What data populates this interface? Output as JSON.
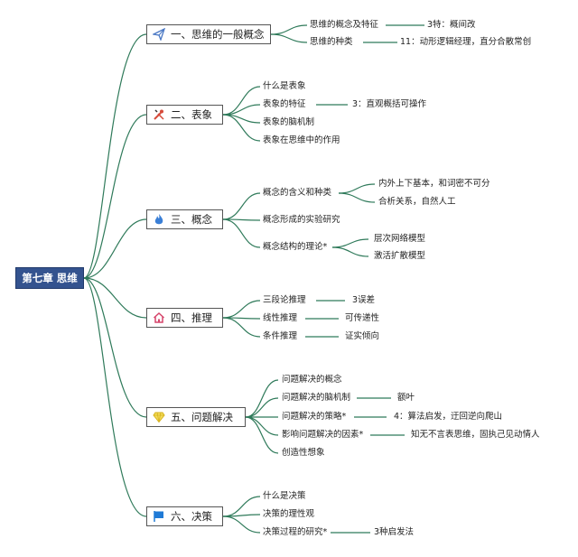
{
  "root": {
    "label": "第七章 思维"
  },
  "branches": [
    {
      "label": "一、思维的一般概念",
      "icon": "paper-plane-icon",
      "color": "#4a78c4",
      "children": [
        {
          "label": "思维的概念及特征",
          "note": "3特：概间改"
        },
        {
          "label": "思维的种类",
          "note": "11：动形逻辑经理，直分合散常创"
        }
      ]
    },
    {
      "label": "二、表象",
      "icon": "tools-icon",
      "color": "#d64a3a",
      "children": [
        {
          "label": "什么是表象"
        },
        {
          "label": "表象的特征",
          "note": "3：直观概括可操作"
        },
        {
          "label": "表象的脑机制"
        },
        {
          "label": "表象在思维中的作用"
        }
      ]
    },
    {
      "label": "三、概念",
      "icon": "flame-icon",
      "color": "#3a7fd6",
      "children": [
        {
          "label": "概念的含义和种类",
          "notes": [
            "内外上下基本，和词密不可分",
            "合析关系，自然人工"
          ]
        },
        {
          "label": "概念形成的实验研究"
        },
        {
          "label": "概念结构的理论*",
          "notes": [
            "层次网络模型",
            "激活扩散模型"
          ]
        }
      ]
    },
    {
      "label": "四、推理",
      "icon": "home-icon",
      "color": "#d6456b",
      "children": [
        {
          "label": "三段论推理",
          "note": "3误差"
        },
        {
          "label": "线性推理",
          "note": "可传递性"
        },
        {
          "label": "条件推理",
          "note": "证实倾向"
        }
      ]
    },
    {
      "label": "五、问题解决",
      "icon": "diamond-icon",
      "color": "#e6c52e",
      "children": [
        {
          "label": "问题解决的概念"
        },
        {
          "label": "问题解决的脑机制",
          "note": "额叶"
        },
        {
          "label": "问题解决的策略*",
          "note": "4：算法启发，迂回逆向爬山"
        },
        {
          "label": "影响问题解决的因素*",
          "note": "知无不言表思维，固执己见动情人"
        },
        {
          "label": "创造性想象"
        }
      ]
    },
    {
      "label": "六、决策",
      "icon": "flag-icon",
      "color": "#1f7ad6",
      "children": [
        {
          "label": "什么是决策"
        },
        {
          "label": "决策的理性观"
        },
        {
          "label": "决策过程的研究*",
          "note": "3种启发法"
        }
      ]
    }
  ]
}
